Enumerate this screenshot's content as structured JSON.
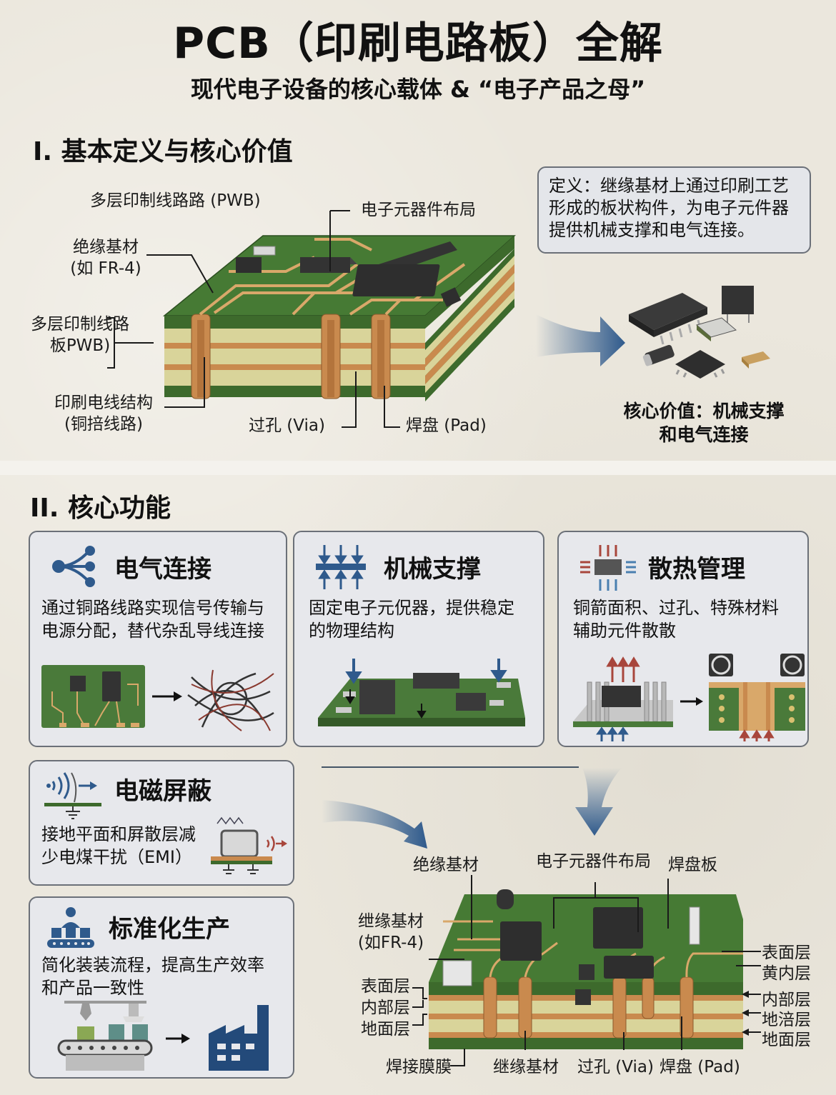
{
  "header": {
    "title": "PCB（印刷电路板）全解",
    "subtitle": "现代电子设备的核心载体 & “电子产品之母”"
  },
  "section1": {
    "heading": "I. 基本定义与核心价值",
    "diagram_labels": {
      "pwb_top": "多层印制线路路 (PWB)",
      "component_layout": "电子元器件布局",
      "substrate_line1": "绝缘基材",
      "substrate_line2": "(如 FR-4)",
      "multilayer_line1": "多层印制线路",
      "multilayer_line2": "板PWB)",
      "traces_line1": "印刷电线结构",
      "traces_line2": "(铜掊线路)",
      "via": "过孔 (Via)",
      "pad": "焊盘 (Pad)"
    },
    "definition": {
      "line1": "定义：继缘基材上通过印刷工艺",
      "line2": "形成的板状构件，为电子元件器",
      "line3": "提供机械支撑和电气连接。"
    },
    "core_value": {
      "line1": "核心价值：机械支撑",
      "line2": "和电气连接"
    }
  },
  "section2": {
    "heading": "II. 核心功能",
    "cards": [
      {
        "title": "电气连接",
        "icon": "share-network-icon",
        "desc_line1": "通过铜路线路实现信号传输与",
        "desc_line2": "电源分配，替代杂乱导线连接"
      },
      {
        "title": "机械支撑",
        "icon": "compression-arrows-icon",
        "desc_line1": "固定电子元㑆器，提供稳定",
        "desc_line2": "的物理结构"
      },
      {
        "title": "散热管理",
        "icon": "chip-heat-icon",
        "desc_line1": "铜箭面积、过孔、特殊材料",
        "desc_line2": "辅助元件散散"
      },
      {
        "title": "电磁屏蔽",
        "icon": "signal-ground-icon",
        "desc_line1": "接地平面和屛散层减",
        "desc_line2": "少电煤干扰（EMI）"
      },
      {
        "title": "标准化生产",
        "icon": "assembly-worker-icon",
        "desc_line1": "简化装装流程，提高生产效率",
        "desc_line2": "和产品一致性"
      }
    ],
    "diagram_labels": {
      "substrate_top": "绝缘基材",
      "component_layout": "电子元器件布局",
      "pad_board": "焊盘板",
      "substrate_left_line1": "绁缘基材",
      "substrate_left_line2": "(如FR-4)",
      "left_surface": "表面层",
      "left_inner": "内部层",
      "left_ground": "地面层",
      "solder_mask": "焊接膜膜",
      "bottom_substrate": "继缘基材",
      "via": "过孔 (Via)",
      "pad": "焊盘 (Pad)",
      "right_surface": "表面层",
      "right_yellow_inner": "黄内层",
      "right_inner": "内部层",
      "right_foil": "地涪层",
      "right_ground": "地面层"
    }
  },
  "colors": {
    "pcb_green": "#3f6e2e",
    "copper": "#c98a4e",
    "core_yellow": "#d9d49a",
    "arrow_blue": "#2f5a8c",
    "card_bg": "#e7e8ec",
    "card_border": "#6b7078",
    "heat_red": "#a8463c"
  }
}
